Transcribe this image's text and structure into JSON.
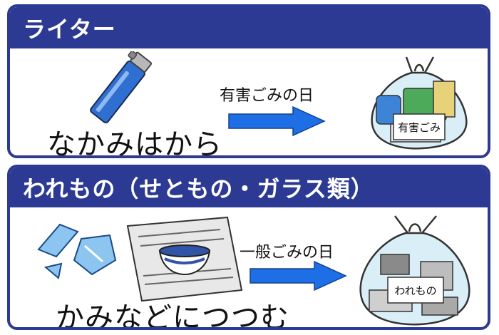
{
  "sections": [
    {
      "title": "ライター",
      "instruction": "なかみはから",
      "collection_day": "有害ごみの日",
      "bag_tag": "有害ごみ"
    },
    {
      "title": "われもの（せともの・ガラス類）",
      "instruction": "かみなどにつつむ",
      "collection_day": "一般ごみの日",
      "bag_tag": "われもの"
    }
  ],
  "colors": {
    "header_bg": "#2d3a93",
    "arrow": "#1e6fe6",
    "bag_tint": "#d9eef7"
  }
}
